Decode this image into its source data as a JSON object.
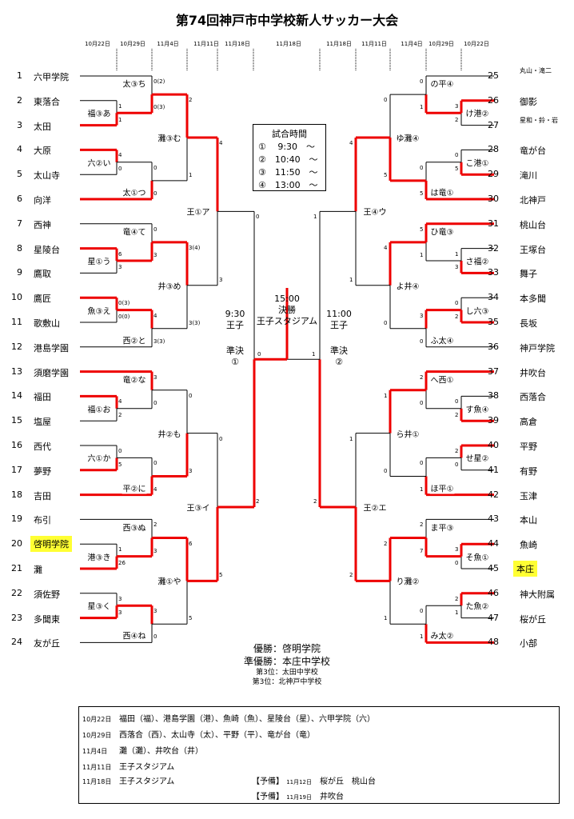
{
  "title": "第74回神戸市中学校新人サッカー大会",
  "dates_left": [
    "10月22日",
    "10月29日",
    "11月4日",
    "11月11日",
    "11月18日",
    "11月18日"
  ],
  "dates_right": [
    "11月18日",
    "11月11日",
    "11月4日",
    "10月29日",
    "10月22日"
  ],
  "teams_left": [
    {
      "num": "1",
      "name": "六甲学院"
    },
    {
      "num": "2",
      "name": "東落合"
    },
    {
      "num": "3",
      "name": "太田"
    },
    {
      "num": "4",
      "name": "大原"
    },
    {
      "num": "5",
      "name": "太山寺"
    },
    {
      "num": "6",
      "name": "向洋"
    },
    {
      "num": "7",
      "name": "西神"
    },
    {
      "num": "8",
      "name": "星陵台"
    },
    {
      "num": "9",
      "name": "鷹取"
    },
    {
      "num": "10",
      "name": "鷹匠"
    },
    {
      "num": "11",
      "name": "歌敷山"
    },
    {
      "num": "12",
      "name": "港島学園"
    },
    {
      "num": "13",
      "name": "須磨学園"
    },
    {
      "num": "14",
      "name": "福田"
    },
    {
      "num": "15",
      "name": "塩屋"
    },
    {
      "num": "16",
      "name": "西代"
    },
    {
      "num": "17",
      "name": "夢野"
    },
    {
      "num": "18",
      "name": "吉田"
    },
    {
      "num": "19",
      "name": "布引"
    },
    {
      "num": "20",
      "name": "啓明学院"
    },
    {
      "num": "21",
      "name": "灘"
    },
    {
      "num": "22",
      "name": "須佐野"
    },
    {
      "num": "23",
      "name": "多聞東"
    },
    {
      "num": "24",
      "name": "友が丘"
    }
  ],
  "teams_right": [
    {
      "num": "25",
      "name": "丸山・滝二",
      "small": true
    },
    {
      "num": "26",
      "name": "御影"
    },
    {
      "num": "27",
      "name": "星和・鈴・岩",
      "small": true
    },
    {
      "num": "28",
      "name": "竜が台"
    },
    {
      "num": "29",
      "name": "滝川"
    },
    {
      "num": "30",
      "name": "北神戸"
    },
    {
      "num": "31",
      "name": "桃山台"
    },
    {
      "num": "32",
      "name": "王塚台"
    },
    {
      "num": "33",
      "name": "舞子"
    },
    {
      "num": "34",
      "name": "本多聞"
    },
    {
      "num": "35",
      "name": "長坂"
    },
    {
      "num": "36",
      "name": "神戸学院"
    },
    {
      "num": "37",
      "name": "井吹台"
    },
    {
      "num": "38",
      "name": "西落合"
    },
    {
      "num": "39",
      "name": "高倉"
    },
    {
      "num": "40",
      "name": "平野"
    },
    {
      "num": "41",
      "name": "有野"
    },
    {
      "num": "42",
      "name": "玉津"
    },
    {
      "num": "43",
      "name": "本山"
    },
    {
      "num": "44",
      "name": "魚崎"
    },
    {
      "num": "45",
      "name": "本庄"
    },
    {
      "num": "46",
      "name": "神大附属"
    },
    {
      "num": "47",
      "name": "桜が丘"
    },
    {
      "num": "48",
      "name": "小部"
    }
  ],
  "highlighted": [
    "20",
    "45"
  ],
  "colors": {
    "win": "#ee0000",
    "line": "#000000",
    "highlight": "#ffff33"
  },
  "schedule": {
    "heading": "試合時間",
    "rows": [
      "①　 9:30　～",
      "②　10:40　～",
      "③　11:50　～",
      "④　13:00　～"
    ]
  },
  "final": {
    "time": "15:00",
    "label": "決勝",
    "venue": "王子スタジアム"
  },
  "semi_left": {
    "time": "9:30",
    "venue": "王子",
    "label": "準決",
    "num": "①"
  },
  "semi_right": {
    "time": "11:00",
    "venue": "王子",
    "label": "準決",
    "num": "②"
  },
  "match_labels": {
    "L1": "福③あ",
    "L2": "六②い",
    "L3": "星①う",
    "L4": "魚③え",
    "L5": "福①お",
    "L6": "六①か",
    "L7": "港③き",
    "L8": "星③く",
    "L9": "太③ち",
    "L10": "太①つ",
    "L11": "竜④て",
    "L12": "西②と",
    "L13": "竜②な",
    "L14": "平②に",
    "L15": "西③ぬ",
    "L16": "西④ね",
    "L17": "灘③む",
    "L18": "井③め",
    "L19": "井②も",
    "L20": "灘①や",
    "L21": "王①ア",
    "L22": "王③イ",
    "R1": "け港②",
    "R2": "こ港①",
    "R3": "さ福②",
    "R4": "し六③",
    "R5": "す魚④",
    "R6": "せ星②",
    "R7": "そ魚①",
    "R8": "た魚②",
    "R9": "の平④",
    "R10": "は竜①",
    "R11": "ひ竜③",
    "R12": "ふ太④",
    "R13": "へ西①",
    "R14": "ほ平①",
    "R15": "ま平③",
    "R16": "み太②",
    "R17": "ゆ灘④",
    "R18": "よ井④",
    "R19": "ら井①",
    "R20": "り灘②",
    "R21": "王④ウ",
    "R22": "王②エ"
  },
  "scores": {
    "L1": [
      "1",
      "1"
    ],
    "L2": [
      "4",
      "0"
    ],
    "L3": [
      "6",
      "3"
    ],
    "L4": [
      "0(3)",
      "0(0)"
    ],
    "L5": [
      "4",
      "2"
    ],
    "L6": [
      "0",
      "5"
    ],
    "L7": [
      "1",
      "26"
    ],
    "L8": [
      "3",
      "3"
    ],
    "L9": [
      "0(2)",
      "0(3)"
    ],
    "L10": [
      "0",
      "0"
    ],
    "L11": [
      "0",
      "3"
    ],
    "L12": [
      "4",
      "3(3)"
    ],
    "L13": [
      "3",
      "0"
    ],
    "L14": [
      "0",
      "4"
    ],
    "L15": [
      "2",
      "3"
    ],
    "L16": [
      "3",
      "0"
    ],
    "L17": [
      "2",
      "1"
    ],
    "L18": [
      "3(4)",
      "3(3)"
    ],
    "L19": [
      "0",
      "3"
    ],
    "L20": [
      "6",
      "5"
    ],
    "L21": [
      "4",
      "3"
    ],
    "L22": [
      "0",
      "5"
    ],
    "LS": [
      "0",
      "2"
    ],
    "R1": [
      "3",
      "2"
    ],
    "R2": [
      "0",
      "5"
    ],
    "R3": [
      "1",
      "3"
    ],
    "R4": [
      "0",
      "2"
    ],
    "R5": [
      "0",
      "2"
    ],
    "R6": [
      "2",
      "0"
    ],
    "R7": [
      "3",
      "0"
    ],
    "R8": [
      "2",
      "1"
    ],
    "R9": [
      "0",
      "1"
    ],
    "R10": [
      "0",
      "5"
    ],
    "R11": [
      "5",
      "1"
    ],
    "R12": [
      "3",
      "0"
    ],
    "R13": [
      "2",
      "0"
    ],
    "R14": [
      "0",
      "1"
    ],
    "R15": [
      "2",
      "7"
    ],
    "R16": [
      "0",
      "1"
    ],
    "R17": [
      "0",
      "5"
    ],
    "R18": [
      "4",
      "0"
    ],
    "R19": [
      "1",
      "0"
    ],
    "R20": [
      "2",
      "1"
    ],
    "R21": [
      "4",
      "1"
    ],
    "R22": [
      "1",
      "2"
    ],
    "RS": [
      "1",
      "2"
    ],
    "F": [
      "0",
      "1"
    ]
  },
  "results": {
    "champion": "優勝：啓明学院",
    "runner_up": "準優勝：本庄中学校",
    "third1": "第3位：太田中学校",
    "third2": "第3位：北神戸中学校"
  },
  "notes": [
    {
      "date": "10月22日",
      "text": "福田（福）、港島学園（港）、魚崎（魚）、星陵台（星）、六甲学院（六）"
    },
    {
      "date": "10月29日",
      "text": "西落合（西）、太山寺（太）、平野（平）、竜が台（竜）"
    },
    {
      "date": "11月4日",
      "text": "灘（灘）、井吹台（井）"
    },
    {
      "date": "11月11日",
      "text": "王子スタジアム"
    },
    {
      "date": "11月18日",
      "text": "王子スタジアム"
    }
  ],
  "reserve": [
    {
      "label": "【予備】",
      "date": "11月12日",
      "text": "桜が丘　桃山台"
    },
    {
      "label": "【予備】",
      "date": "11月19日",
      "text": "井吹台"
    }
  ]
}
